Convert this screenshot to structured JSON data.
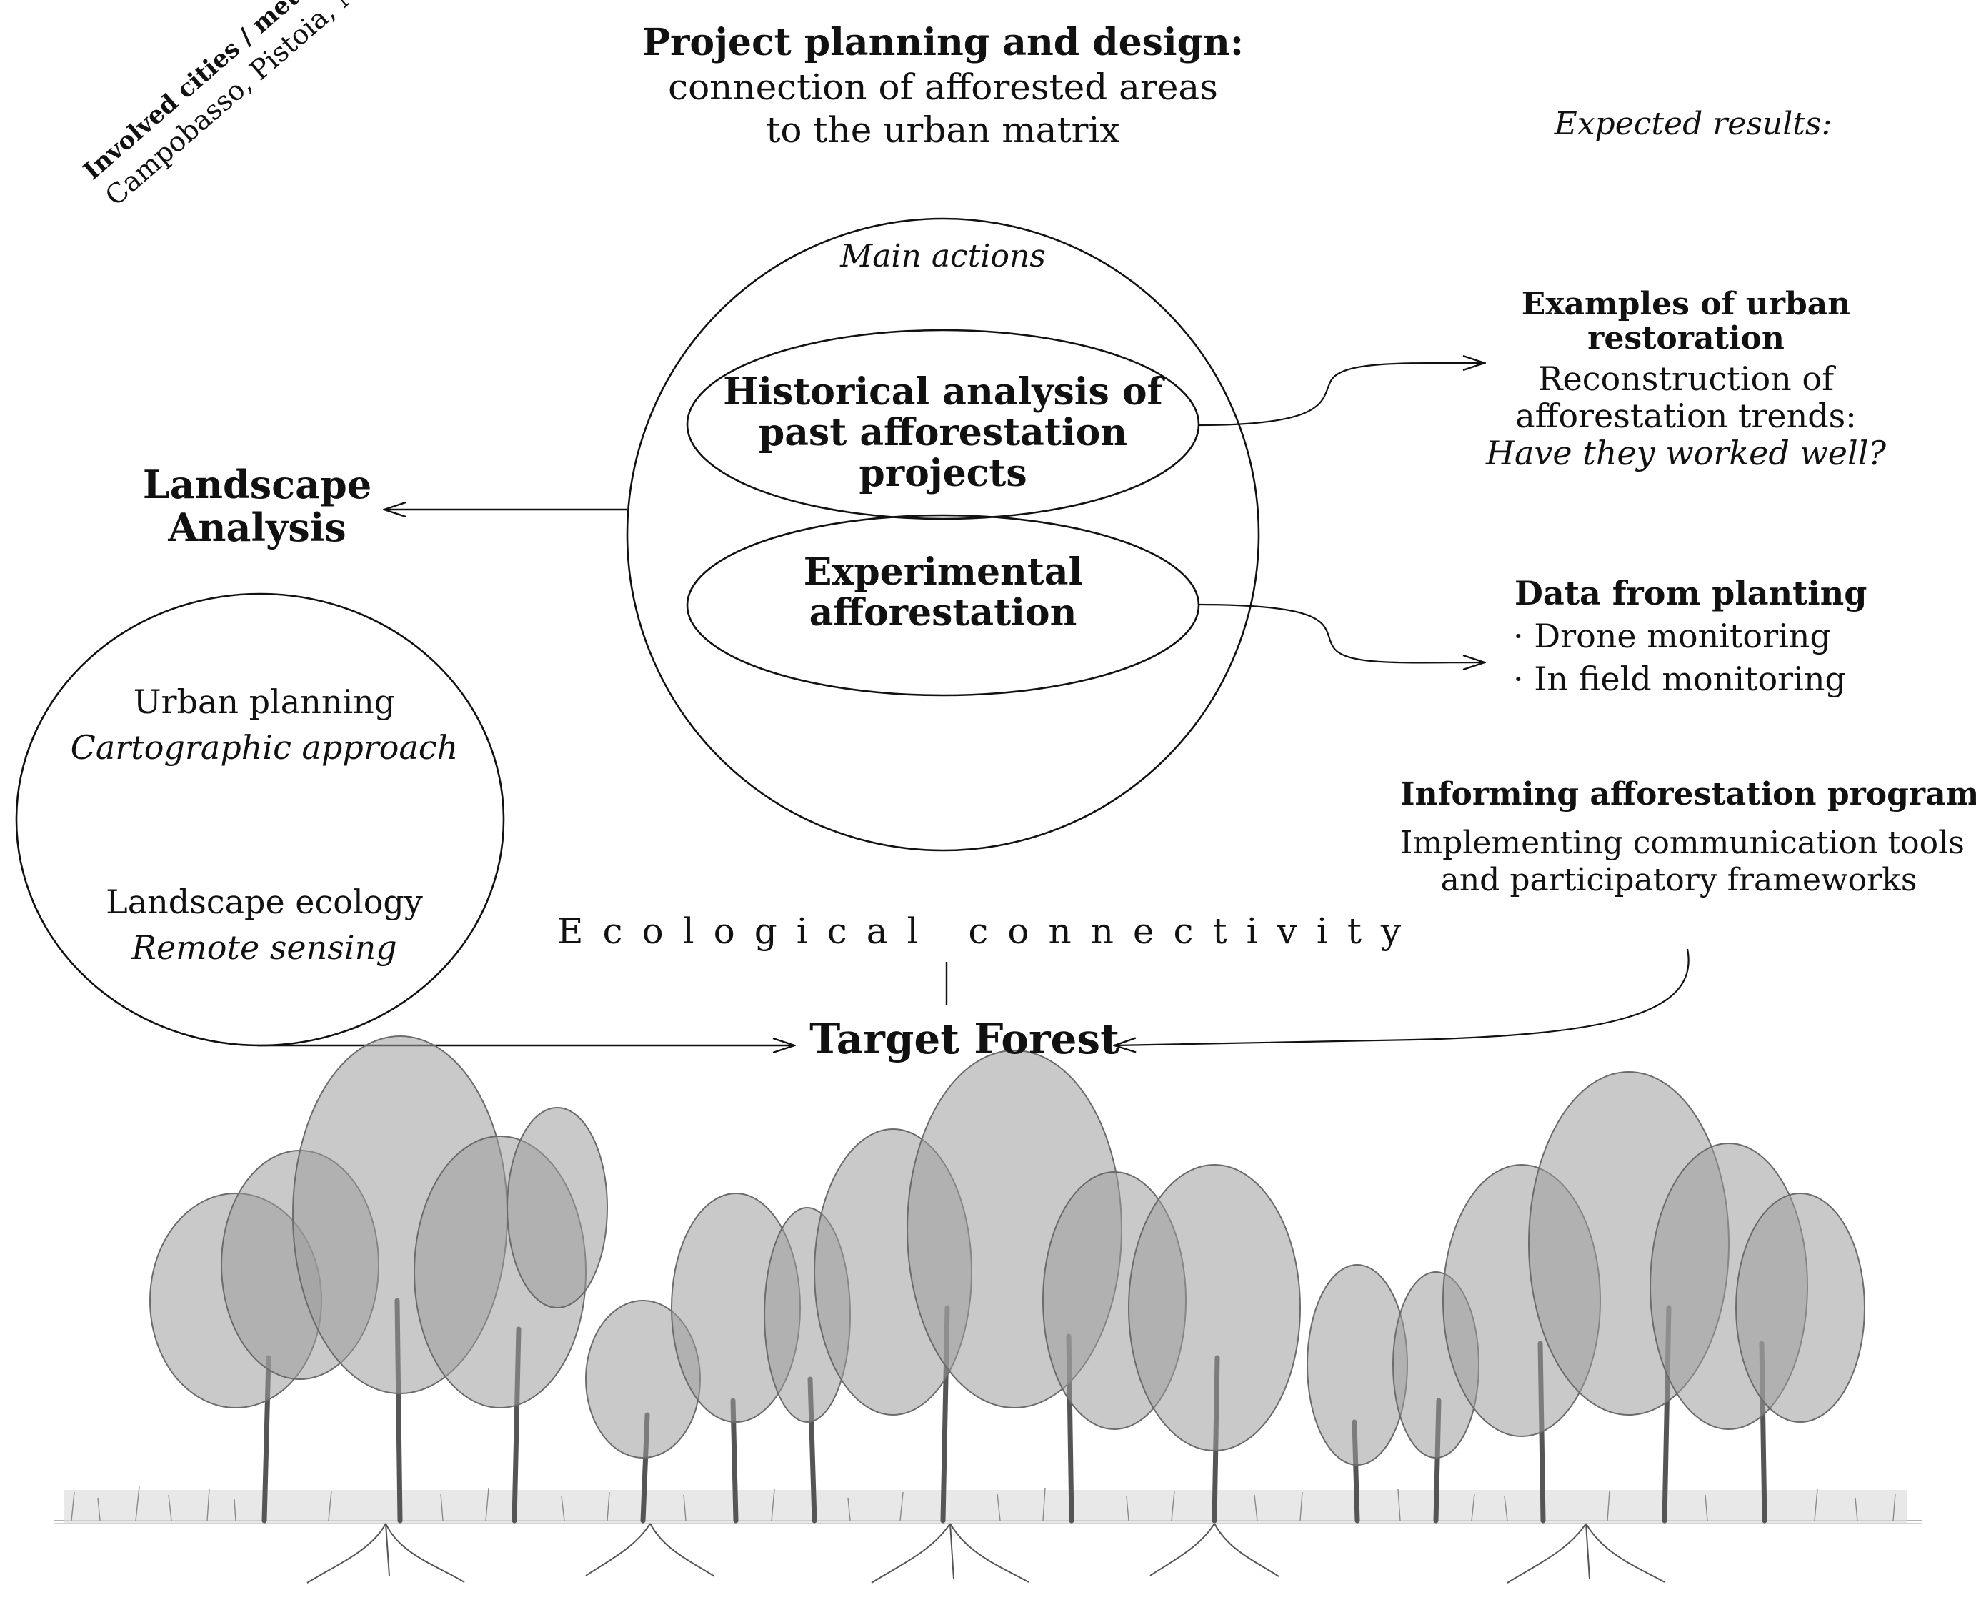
{
  "header": {
    "title": "Project planning and design:",
    "subtitle_line1": "connection of afforested areas",
    "subtitle_line2": "to the urban matrix"
  },
  "cities": {
    "label": "Involved cities / metropolitan areas:",
    "list": "Campobasso, Pistoia, Milan, Rome"
  },
  "expected_results_label": "Expected results:",
  "main_circle": {
    "label": "Main actions",
    "action1": {
      "line1": "Historical analysis of",
      "line2": "past afforestation",
      "line3": "projects"
    },
    "action2": {
      "line1": "Experimental",
      "line2": "afforestation"
    }
  },
  "landscape_analysis": {
    "line1": "Landscape",
    "line2": "Analysis"
  },
  "left_circle": {
    "item1": "Urban planning",
    "item1_sub": "Cartographic approach",
    "item2": "Landscape ecology",
    "item2_sub": "Remote sensing"
  },
  "results": {
    "examples": {
      "title_line1": "Examples of urban",
      "title_line2": "restoration",
      "text_line1": "Reconstruction of",
      "text_line2": "afforestation trends:",
      "question": "Have they worked well?"
    },
    "data": {
      "title": "Data from planting",
      "bullet1": "· Drone monitoring",
      "bullet2": "· In field monitoring"
    },
    "informing": {
      "title": "Informing afforestation program",
      "text_line1": "Implementing communication tools",
      "text_line2": "and participatory frameworks"
    }
  },
  "ecological_connectivity": "Ecological connectivity",
  "target_forest": "Target Forest",
  "colors": {
    "ink": "#111111",
    "tree": "#7a7a7a",
    "ground": "#9a9a9a"
  }
}
